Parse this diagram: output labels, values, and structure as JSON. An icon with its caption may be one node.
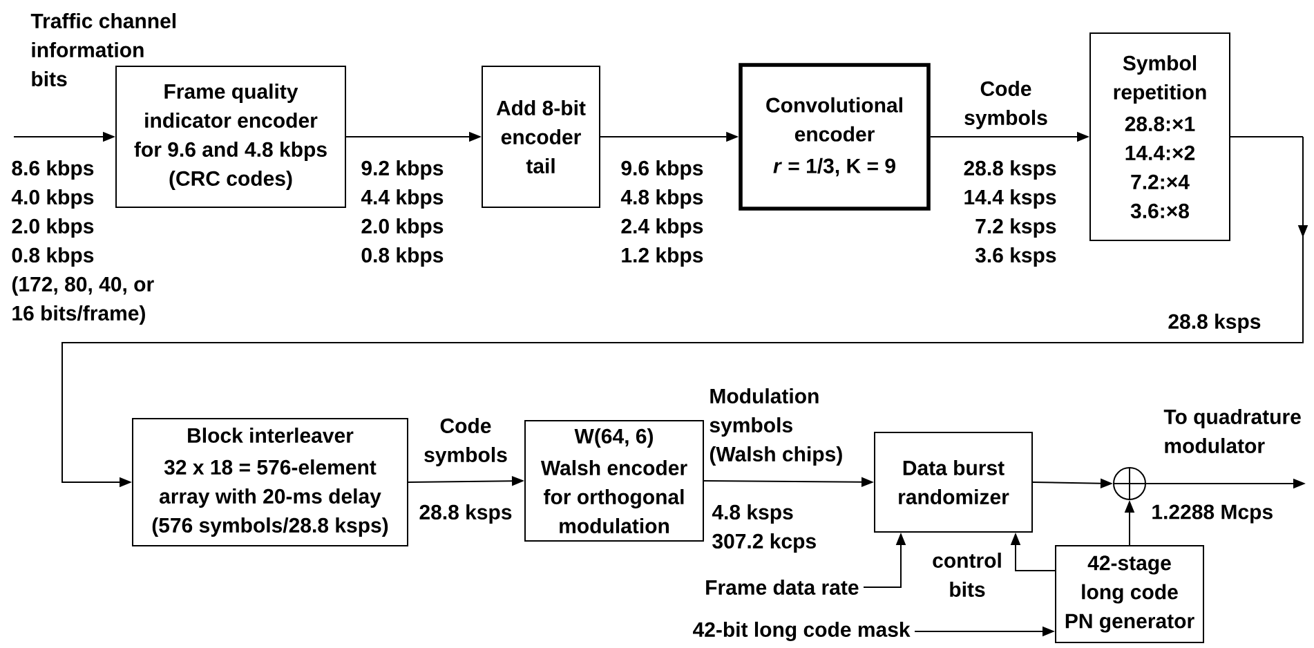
{
  "diagram": {
    "nodes": [
      {
        "text": [
          "Frame quality indicator encoder for 9.6 and 4.8 kbps (CRC codes)"
        ]
      },
      {
        "text": [
          "Add 8-bit encoder tail"
        ]
      },
      {
        "text": [
          "Convolutional encoder",
          "*r* = 1/3, K = 9"
        ]
      },
      {
        "text": [
          "Symbol repetition",
          "28.8:×1 14.4:×2 7.2:×4 3.6:×8"
        ]
      },
      {
        "text": [
          "Block interleaver",
          "32 x 18 = 576-element array with 20-ms delay (576 symbols/28.8 ksps)"
        ]
      },
      {
        "text": [
          "W(64, 6)",
          "Walsh encoder for orthogonal modulation"
        ]
      },
      {
        "text": [
          "Data burst randomizer"
        ]
      },
      {
        "text": [],
        "shape": "circle"
      },
      {
        "text": [
          "42-stage long code PN generator"
        ]
      },
      {
        "text": [
          "Frame data rate"
        ]
      },
      {
        "text": [
          "42-bit long code mask"
        ]
      }
    ],
    "edges": [
      {
        "from": null,
        "to": 0,
        "arrow": "to",
        "label": "Traffic channel information bits"
      },
      {
        "from": 0,
        "to": 1,
        "arrow": "to"
      },
      {
        "from": 1,
        "to": 2,
        "arrow": "to"
      },
      {
        "from": 2,
        "to": 3,
        "arrow": "to",
        "label": "Code symbols"
      },
      {
        "from": 3,
        "to": 4,
        "arrow": "to"
      },
      {
        "from": 4,
        "to": 5,
        "arrow": "to",
        "label": "Code symbols"
      },
      {
        "from": 5,
        "to": 6,
        "arrow": "to",
        "label": "Modulation symbols (Walsh chips)"
      },
      {
        "from": 6,
        "to": 7,
        "arrow": "to"
      },
      {
        "from": 7,
        "to": null,
        "arrow": "to",
        "label": "To quadrature modulator"
      },
      {
        "from": 8,
        "to": 7,
        "arrow": "to"
      },
      {
        "from": 8,
        "to": 6,
        "arrow": "to",
        "label": "control bits"
      },
      {
        "from": 9,
        "to": 6,
        "arrow": "to"
      },
      {
        "from": 10,
        "to": 8,
        "arrow": "to"
      }
    ],
    "labels": [
      "8.6 kbps",
      "4.0 kbps",
      "2.0 kbps",
      "0.8 kbps",
      "(172, 80, 40, or 16 bits/frame)",
      "9.2 kbps",
      "4.4 kbps",
      "2.0 kbps",
      "0.8 kbps",
      "9.6 kbps",
      "4.8 kbps",
      "2.4 kbps",
      "1.2 kbps",
      "28.8 ksps",
      "14.4 ksps",
      "7.2 ksps",
      "3.6 ksps",
      "28.8 ksps",
      "28.8 ksps",
      "4.8 ksps",
      "307.2 kcps",
      "1.2288 Mcps"
    ]
  }
}
